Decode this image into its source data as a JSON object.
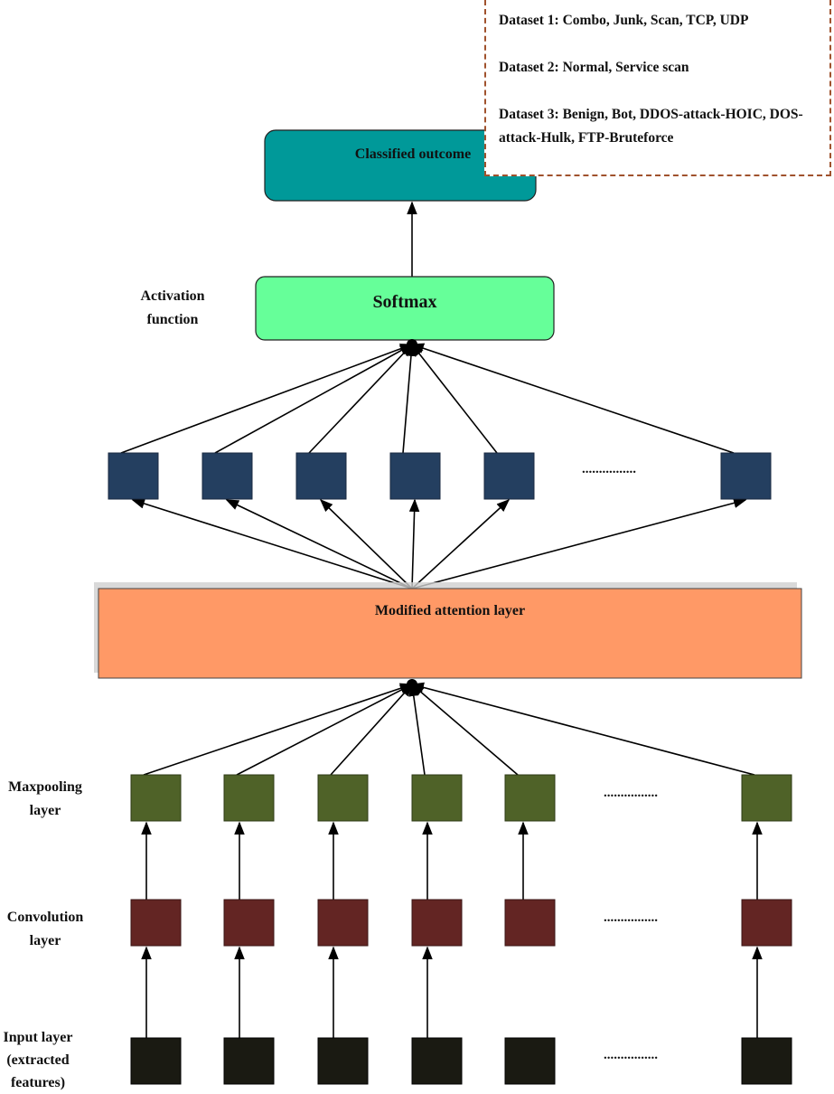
{
  "outcome": {
    "label": "Classified outcome",
    "color": "#009999"
  },
  "softmax": {
    "label": "Softmax",
    "color": "#66ff99"
  },
  "activation_label": "Activation function",
  "attention": {
    "label": "Modified attention layer",
    "color": "#ff9966"
  },
  "dots": "................",
  "legend": {
    "items": [
      "Dataset 1: Combo, Junk, Scan, TCP, UDP",
      "Dataset 2: Normal, Service scan",
      "Dataset 3: Benign, Bot, DDOS-attack-HOIC, DOS-attack-Hulk, FTP-Bruteforce"
    ],
    "border_color": "#a0522d"
  },
  "layers": {
    "maxpooling": {
      "label": "Maxpooling layer",
      "color": "#4f6228"
    },
    "convolution": {
      "label": "Convolution layer",
      "color": "#632523"
    },
    "input": {
      "label": "Input layer (extracted features)",
      "color": "#1a1a12"
    },
    "attention_nodes": {
      "color": "#243f60"
    }
  }
}
